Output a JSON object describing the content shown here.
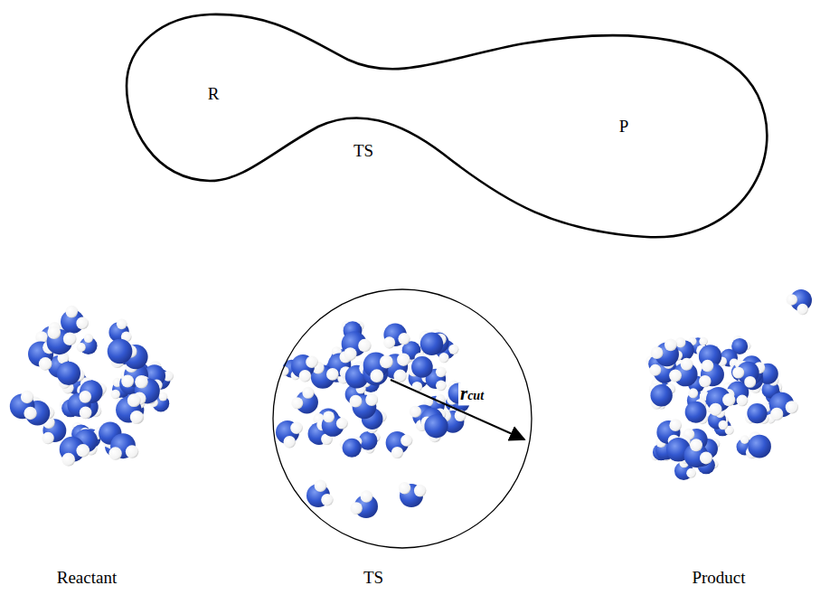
{
  "diagram": {
    "nodes": [
      {
        "text": [
          "R",
          "TS",
          "P"
        ]
      },
      {
        "text": [
          "rcut"
        ]
      }
    ],
    "labels": [
      "Reactant",
      "TS",
      "Product"
    ]
  }
}
